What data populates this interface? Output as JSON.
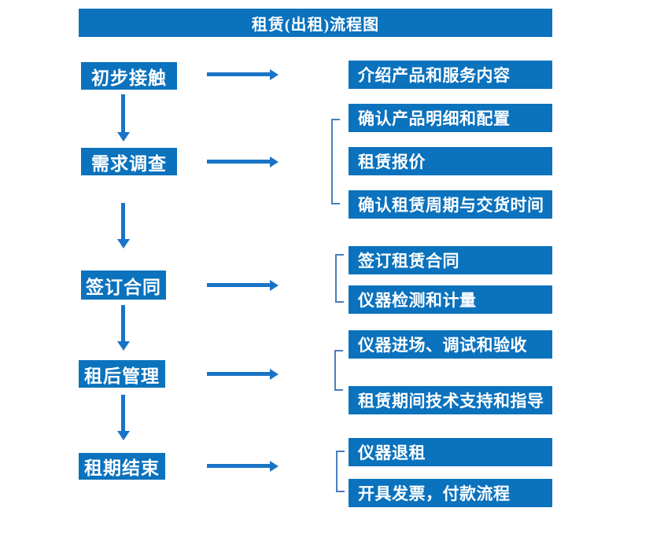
{
  "title": "租赁(出租)流程图",
  "colors": {
    "box_blue": "#0b72bd",
    "arrow_blue": "#1a74c6",
    "bracket_blue": "#4a7ebb",
    "text_white": "#ffffff",
    "background": "#ffffff"
  },
  "flow": {
    "steps": [
      {
        "label": "初步接触",
        "details": [
          "介绍产品和服务内容"
        ]
      },
      {
        "label": "需求调查",
        "details": [
          "确认产品明细和配置",
          "租赁报价",
          "确认租赁周期与交货时间"
        ]
      },
      {
        "label": "签订合同",
        "details": [
          "签订租赁合同",
          "仪器检测和计量"
        ]
      },
      {
        "label": "租后管理",
        "details": [
          "仪器进场、调试和验收",
          "租赁期间技术支持和指导"
        ]
      },
      {
        "label": "租期结束",
        "details": [
          "仪器退租",
          "开具发票，付款流程"
        ]
      }
    ]
  }
}
